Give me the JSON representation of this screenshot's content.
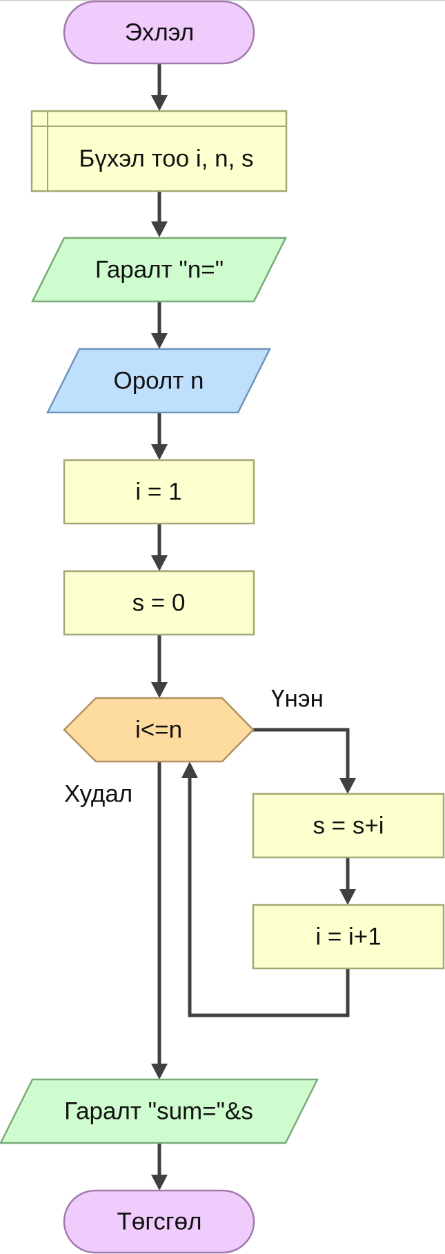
{
  "nodes": {
    "start": {
      "label": "Эхлэл"
    },
    "declare": {
      "label": "Бүхэл тоо i, n, s"
    },
    "output_prompt": {
      "label": "Гаралт \"n=\""
    },
    "input_n": {
      "label": "Оролт n"
    },
    "assign_i": {
      "label": "i = 1"
    },
    "assign_s": {
      "label": "s = 0"
    },
    "condition": {
      "label": "i<=n"
    },
    "add_s": {
      "label": "s = s+i"
    },
    "increment_i": {
      "label": "i = i+1"
    },
    "output_sum": {
      "label": "Гаралт \"sum=\"&s"
    },
    "end": {
      "label": "Төгсгөл"
    }
  },
  "branches": {
    "true_label": "Үнэн",
    "false_label": "Худал"
  },
  "colors": {
    "terminal_fill": "#efccfb",
    "terminal_stroke": "#a07aab",
    "process_fill": "#feffcf",
    "process_stroke": "#a3a872",
    "output_fill": "#cffccf",
    "output_stroke": "#76aa76",
    "input_fill": "#bfe0fd",
    "input_stroke": "#6c93b8",
    "decision_fill": "#fedb9f",
    "decision_stroke": "#b09060",
    "arrow": "#404040"
  }
}
